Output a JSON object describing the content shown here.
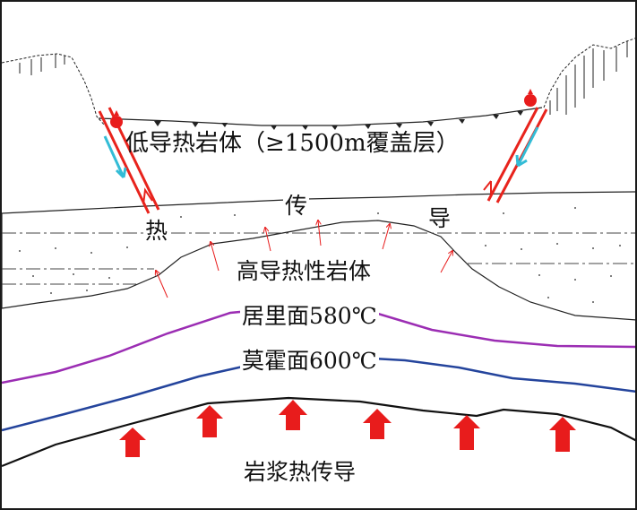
{
  "labels": {
    "cover": "低导热岩体（≥1500m覆盖层）",
    "conduct_1": "热",
    "conduct_2": "传",
    "conduct_3": "导",
    "high_conductivity": "高导热性岩体",
    "curie": "居里面580℃",
    "moho": "莫霍面600℃",
    "magma": "岩浆热传导"
  },
  "colors": {
    "fault": "#e8231c",
    "fault_slip_arrow": "#33bcd6",
    "heat_source": "#e81c1c",
    "upward_heat_arrow": "#e81c1c",
    "curie_line": "#9b2db3",
    "moho_line": "#24449c",
    "outline": "#1a1a1a"
  },
  "icons": [
    "heat-source-icon",
    "slip-arrow-icon",
    "heat-flow-arrow-icon"
  ]
}
